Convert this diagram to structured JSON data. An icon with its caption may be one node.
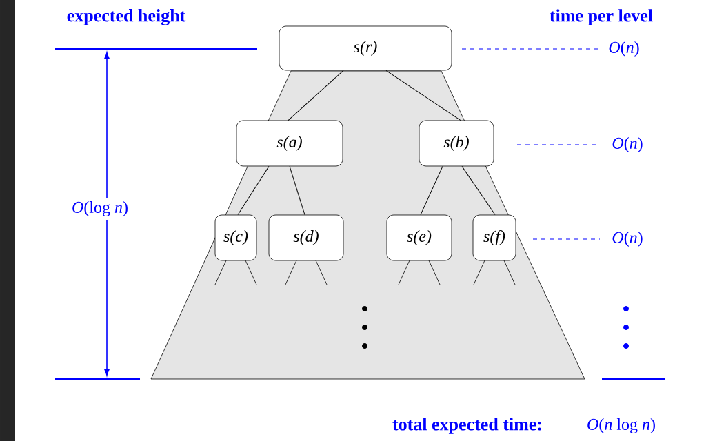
{
  "diagram": {
    "nodes": [
      {
        "text": [
          "s(r)"
        ]
      },
      {
        "text": [
          "s(a)"
        ]
      },
      {
        "text": [
          "s(b)"
        ]
      },
      {
        "text": [
          "s(c)"
        ]
      },
      {
        "text": [
          "s(d)"
        ]
      },
      {
        "text": [
          "s(e)"
        ]
      },
      {
        "text": [
          "s(f)"
        ]
      }
    ],
    "edges": [
      {
        "from": 0,
        "to": 1,
        "arrow": "none"
      },
      {
        "from": 0,
        "to": 2,
        "arrow": "none"
      },
      {
        "from": 1,
        "to": 3,
        "arrow": "none"
      },
      {
        "from": 1,
        "to": 4,
        "arrow": "none"
      },
      {
        "from": 2,
        "to": 5,
        "arrow": "none"
      },
      {
        "from": 2,
        "to": 6,
        "arrow": "none"
      }
    ],
    "labels": [
      "expected height",
      "time per level",
      "*O*(*n*)",
      "*O*(*n*)",
      "*O*(log *n*)",
      "*O*(*n*)",
      "total expected time:",
      "*O*(*n* log *n*)"
    ]
  }
}
